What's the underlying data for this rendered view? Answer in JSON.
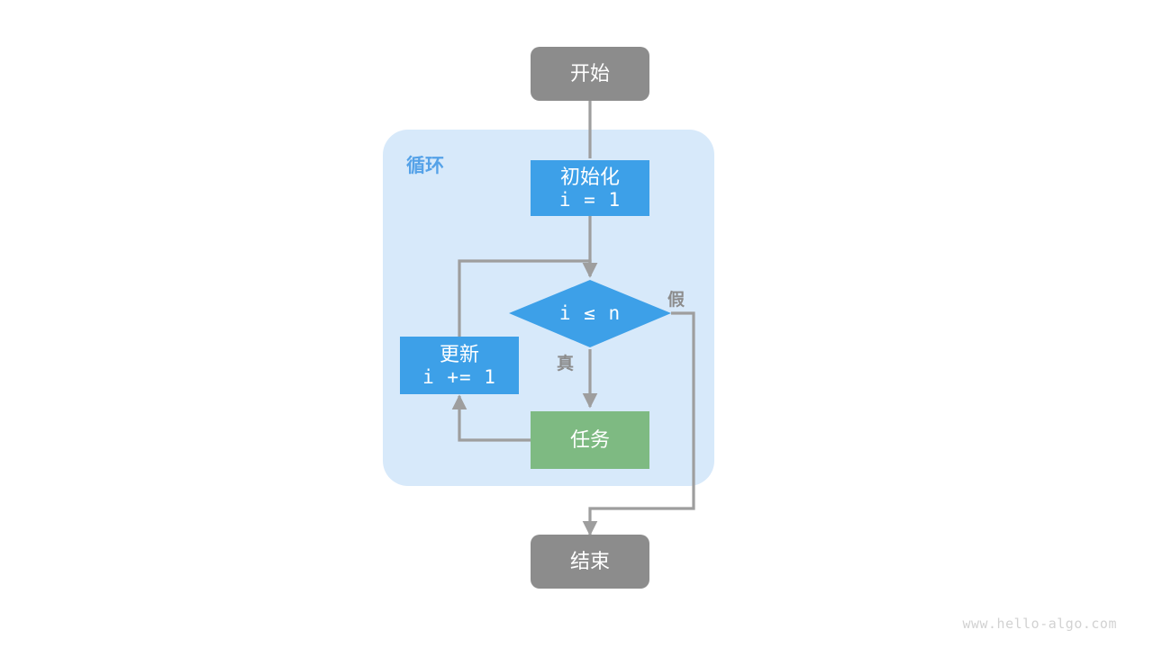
{
  "diagram": {
    "title_watermark": "www.hello-algo.com",
    "colors": {
      "start_end_fill": "#8c8c8c",
      "process_fill": "#3da0e8",
      "decision_fill": "#3da0e8",
      "task_fill": "#7eba82",
      "loop_container_fill": "#d7e9fa",
      "edge_stroke": "#9e9e9e",
      "node_text": "#ffffff",
      "edge_label_text": "#8c8c8c",
      "loop_caption_text": "#55a2e8",
      "watermark_text": "#d2d2d2",
      "background": "#ffffff"
    },
    "loop_container": {
      "caption": "循环"
    },
    "nodes": {
      "start": {
        "label": "开始",
        "shape": "rounded-rect"
      },
      "init": {
        "label_line1": "初始化",
        "label_line2": "i = 1",
        "shape": "rect"
      },
      "decision": {
        "label": "i ≤ n",
        "shape": "diamond"
      },
      "update": {
        "label_line1": "更新",
        "label_line2": "i += 1",
        "shape": "rect"
      },
      "task": {
        "label": "任务",
        "shape": "rect"
      },
      "end": {
        "label": "结束",
        "shape": "rounded-rect"
      }
    },
    "edge_labels": {
      "true_branch": "真",
      "false_branch": "假"
    }
  }
}
